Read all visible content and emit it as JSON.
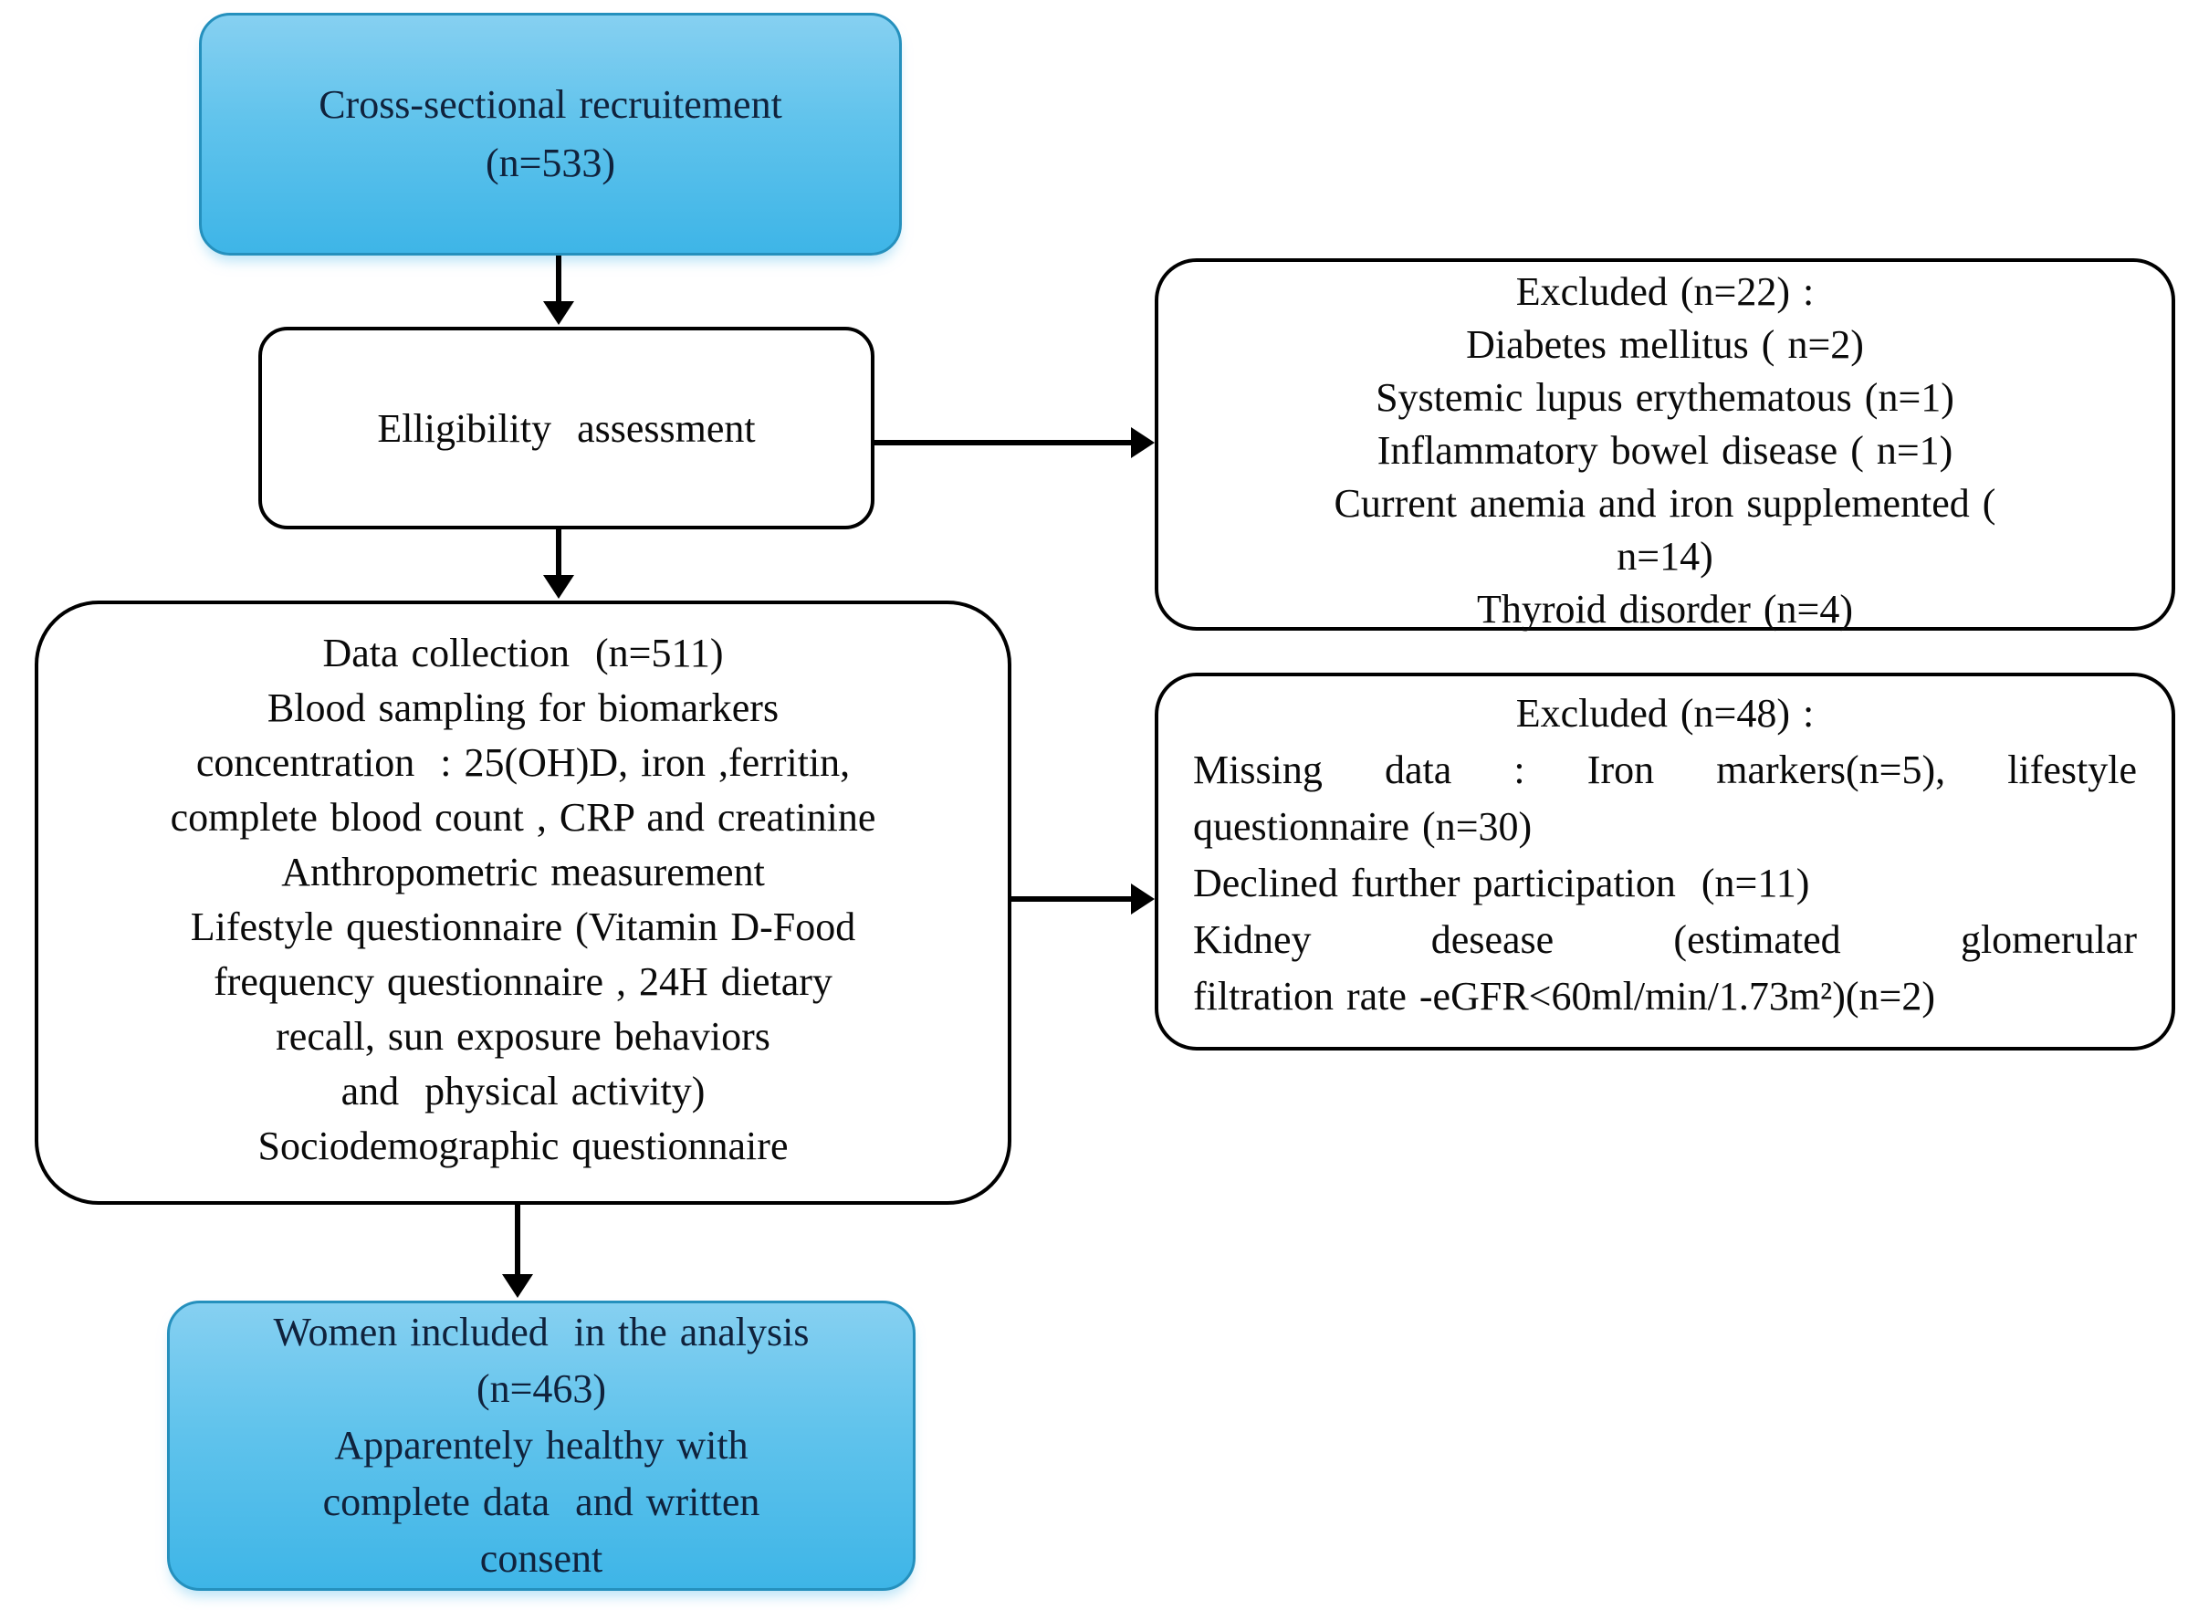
{
  "diagram": {
    "type": "study-recruitment-flowchart",
    "colors": {
      "blue_fill_top": "#86d0f1",
      "blue_fill_bottom": "#3eb5e7",
      "blue_border": "#2590bd",
      "blue_text": "#10223c",
      "white_box_border": "#000000",
      "arrow": "#000000",
      "text": "#0a0a0a"
    },
    "boxes": {
      "recruitment": {
        "style": "blue",
        "lines": [
          {
            "t": "Cross-sectional recruitement",
            "a": "c"
          },
          {
            "t": "(n=533)",
            "a": "c"
          }
        ]
      },
      "eligibility": {
        "style": "white",
        "lines": [
          {
            "t": "Elligibility  assessment",
            "a": "c"
          }
        ]
      },
      "excluded1": {
        "style": "white",
        "lines": [
          {
            "t": "Excluded (n=22) :",
            "a": "c"
          },
          {
            "t": "Diabetes mellitus ( n=2)",
            "a": "c"
          },
          {
            "t": "Systemic lupus erythematous (n=1)",
            "a": "c"
          },
          {
            "t": "Inflammatory bowel disease ( n=1)",
            "a": "c"
          },
          {
            "t": "Current anemia and iron supplemented (",
            "a": "c"
          },
          {
            "t": "n=14)",
            "a": "c"
          },
          {
            "t": "Thyroid disorder (n=4)",
            "a": "c"
          }
        ]
      },
      "data_collection": {
        "style": "white",
        "lines": [
          {
            "t": "Data collection  (n=511)",
            "a": "c"
          },
          {
            "t": "Blood sampling for biomarkers",
            "a": "c"
          },
          {
            "t": "concentration  : 25(OH)D, iron ,ferritin,",
            "a": "c"
          },
          {
            "t": "complete blood count , CRP and creatinine",
            "a": "c"
          },
          {
            "t": "Anthropometric measurement",
            "a": "c"
          },
          {
            "t": "Lifestyle questionnaire (Vitamin D-Food",
            "a": "c"
          },
          {
            "t": "frequency questionnaire , 24H dietary",
            "a": "c"
          },
          {
            "t": "recall, sun exposure behaviors",
            "a": "c"
          },
          {
            "t": "and  physical activity)",
            "a": "c"
          },
          {
            "t": "Sociodemographic questionnaire",
            "a": "c"
          }
        ]
      },
      "excluded2": {
        "style": "white",
        "lines": [
          {
            "t": "Excluded (n=48) :",
            "a": "c"
          },
          {
            "t": "Missing data : Iron markers(n=5), lifestyle",
            "a": "j"
          },
          {
            "t": "questionnaire (n=30)",
            "a": "l"
          },
          {
            "t": "Declined further participation  (n=11)",
            "a": "l"
          },
          {
            "t": "Kidney desease (estimated glomerular",
            "a": "j"
          },
          {
            "t": "filtration rate -eGFR<60ml/min/1.73m²)(n=2)",
            "a": "l"
          }
        ]
      },
      "included": {
        "style": "blue",
        "lines": [
          {
            "t": "Women included  in the analysis",
            "a": "c"
          },
          {
            "t": "(n=463)",
            "a": "c"
          },
          {
            "t": "Apparentely healthy with",
            "a": "c"
          },
          {
            "t": "complete data  and written",
            "a": "c"
          },
          {
            "t": "consent",
            "a": "c"
          }
        ]
      }
    },
    "arrows": [
      {
        "name": "recruitment-to-eligibility",
        "direction": "down"
      },
      {
        "name": "eligibility-to-excluded1",
        "direction": "right"
      },
      {
        "name": "eligibility-to-data-collection",
        "direction": "down"
      },
      {
        "name": "data-collection-to-excluded2",
        "direction": "right"
      },
      {
        "name": "data-collection-to-included",
        "direction": "down"
      }
    ]
  }
}
